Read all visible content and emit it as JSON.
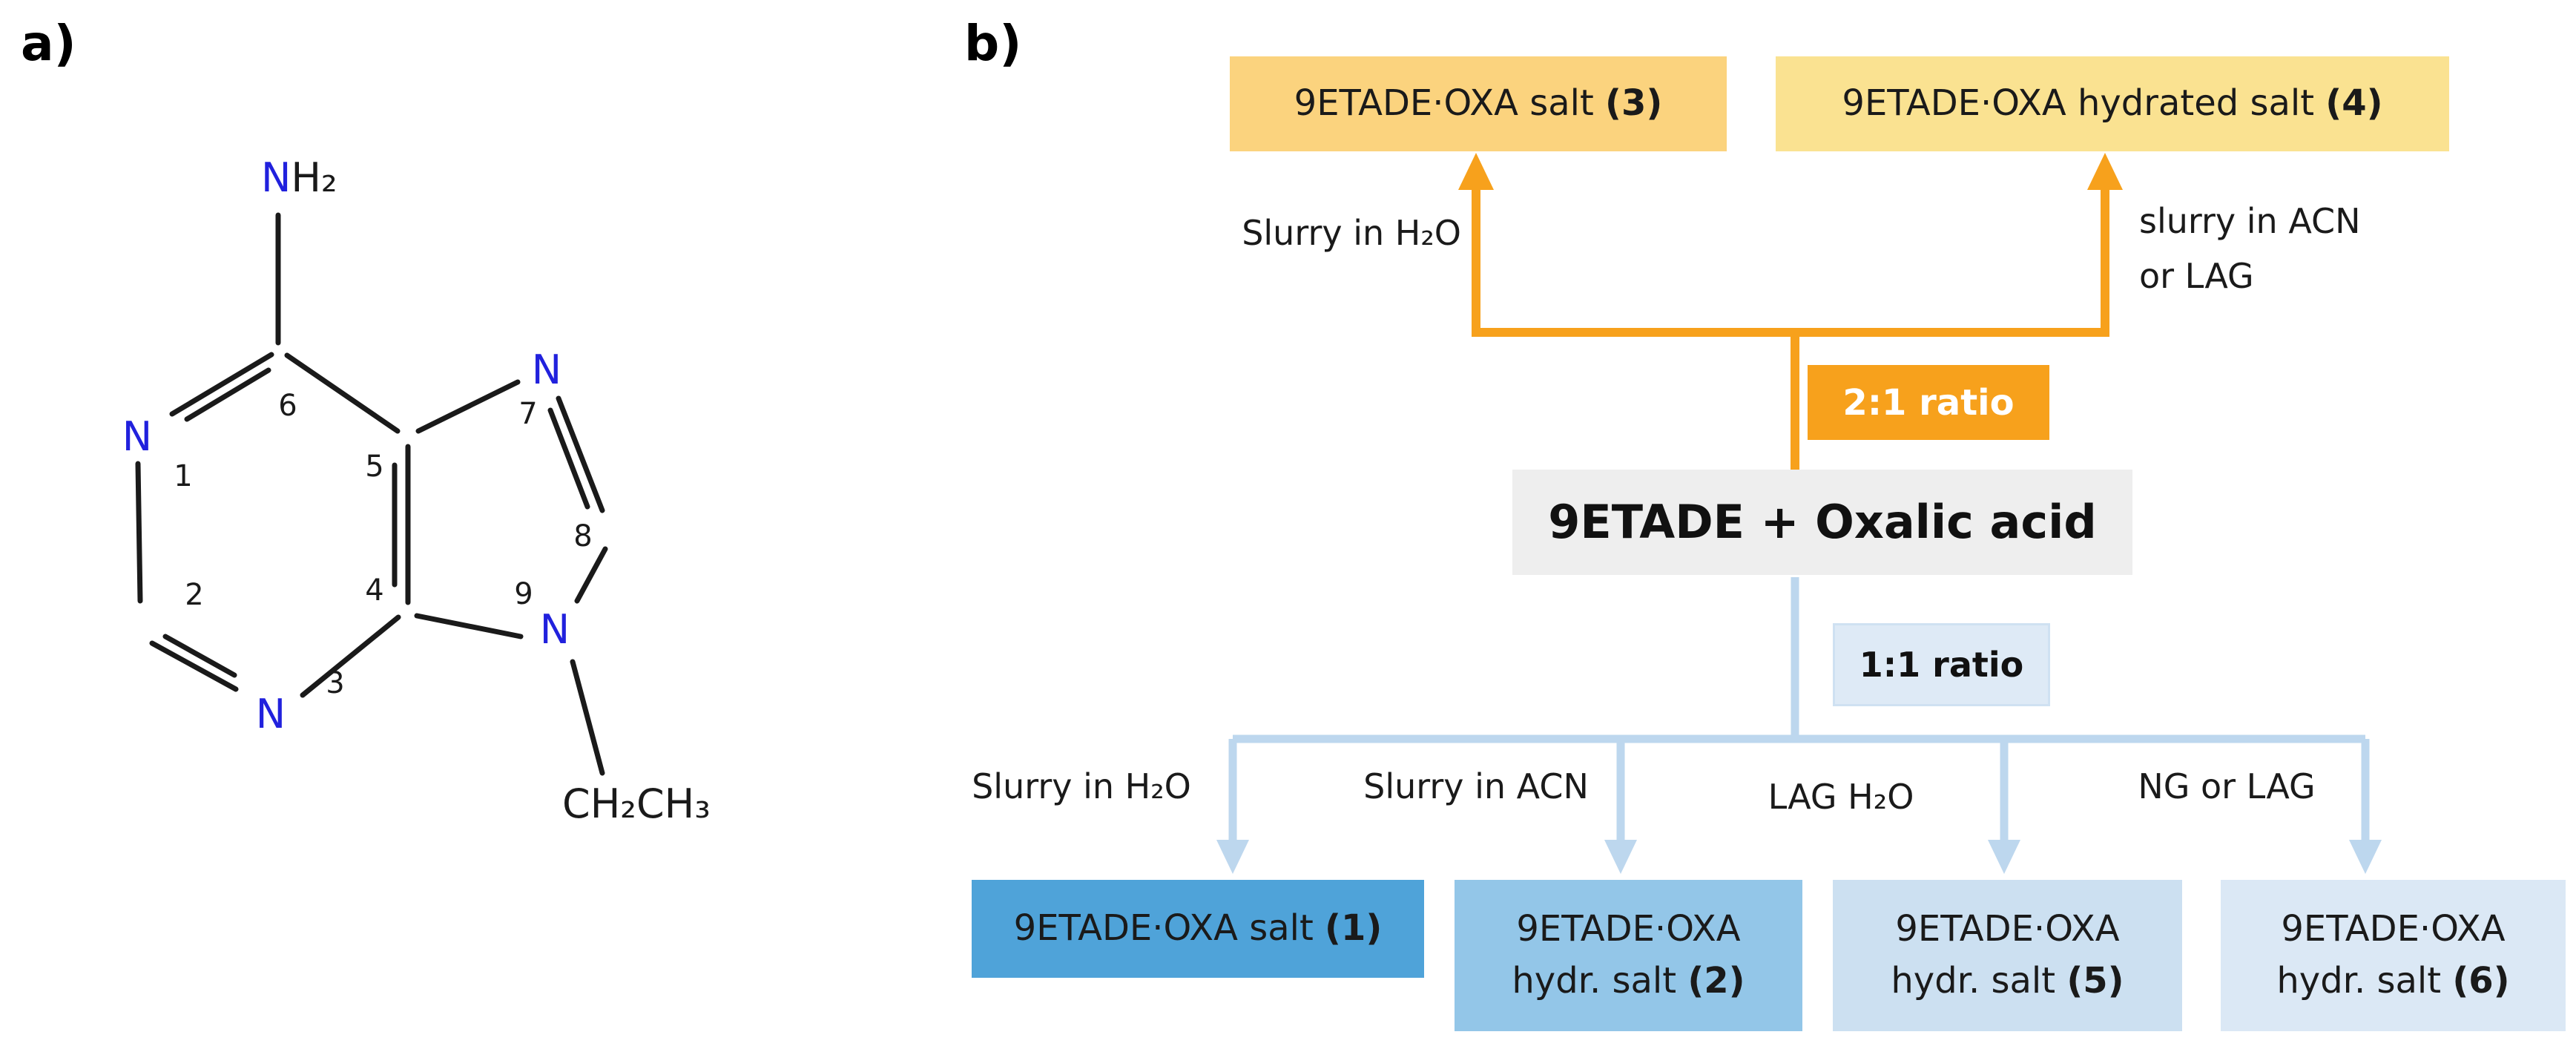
{
  "panel_a": {
    "label": "a)",
    "molecule": {
      "nitrogen_symbol": "N",
      "nitrogen_color": "#2121DD",
      "bond_color": "#1A1A1A",
      "amino_group": {
        "n": "N",
        "h2": "H₂"
      },
      "ethyl_group": "CH₂CH₃",
      "atom_numbers": {
        "n1": "1",
        "c2": "2",
        "n3": "3",
        "c4": "4",
        "c5": "5",
        "c6": "6",
        "n7": "7",
        "c8": "8",
        "n9": "9"
      }
    }
  },
  "panel_b": {
    "label": "b)",
    "orange": "#F7A11C",
    "blue_connector": "#BDD7EE",
    "top_products": [
      {
        "text": "9ETADE·OXA salt ",
        "num": "(3)",
        "bg": "#FBD37E"
      },
      {
        "text": "9ETADE·OXA hydrated salt ",
        "num": "(4)",
        "bg": "#FAE291"
      }
    ],
    "top_conditions": {
      "left": "Slurry in H₂O",
      "right_line1": "slurry in ACN",
      "right_line2": "or LAG"
    },
    "ratio_2_1": "2:1 ratio",
    "reactants": {
      "text": "9ETADE + Oxalic acid",
      "bg": "#EEEEEE"
    },
    "ratio_1_1": {
      "text": "1:1 ratio",
      "bg": "#DEEAF6"
    },
    "bottom_conditions": [
      "Slurry in H₂O",
      "Slurry in ACN",
      "LAG H₂O",
      "NG or LAG"
    ],
    "bottom_products": [
      {
        "line1": "9ETADE·OXA salt ",
        "num": "(1)",
        "bg": "#4FA3D9"
      },
      {
        "line1": "9ETADE·OXA",
        "line2": "hydr. salt ",
        "num": "(2)",
        "bg": "#93C6E8"
      },
      {
        "line1": "9ETADE·OXA",
        "line2": "hydr. salt ",
        "num": "(5)",
        "bg": "#CCE0F1"
      },
      {
        "line1": "9ETADE·OXA",
        "line2": "hydr. salt ",
        "num": "(6)",
        "bg": "#DBE8F5"
      }
    ]
  }
}
